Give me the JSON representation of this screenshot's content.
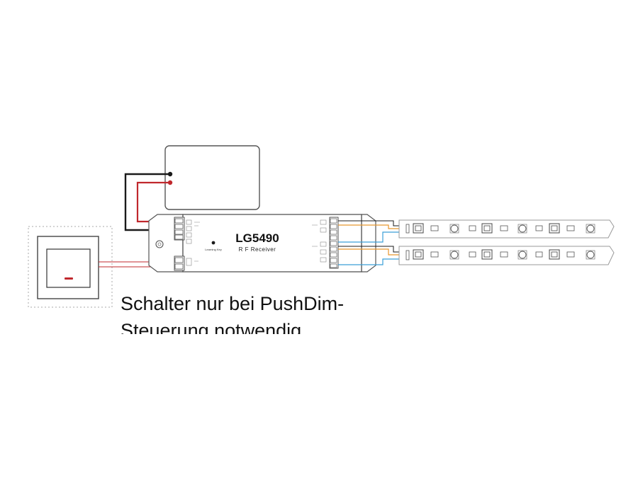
{
  "controller": {
    "model": "LG5490",
    "subtitle": "R F Receiver",
    "learning_label": "Learning Key"
  },
  "caption": {
    "line1": "Schalter nur bei PushDim-",
    "line2": "Steuerung notwendig"
  },
  "colors": {
    "wire_black": "#1a1a1a",
    "wire_red": "#c0282d",
    "wire_orange": "#e8962e",
    "wire_blue": "#3a9fd8",
    "outline": "#666666",
    "switch_led": "#c0282d"
  },
  "icons": {
    "power_supply": "rectangle-box",
    "switch": "rocker-switch",
    "led_strip": "led-chip-row"
  }
}
